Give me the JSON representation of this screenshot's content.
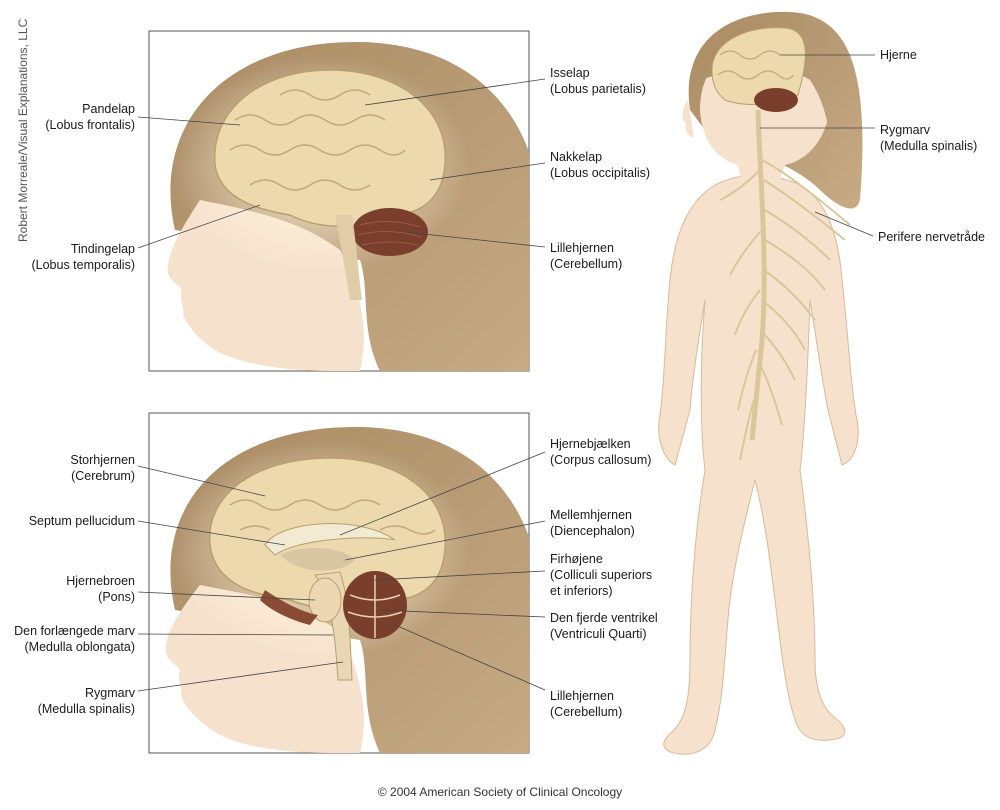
{
  "credit": "Robert Morreale/Visual Explanations, LLC",
  "copyright": "© 2004 American Society of Clinical Oncology",
  "panel_top": {
    "left_labels": [
      {
        "name": "Pandelap",
        "sub": "(Lobus frontalis)"
      },
      {
        "name": "Tindingelap",
        "sub": "(Lobus temporalis)"
      }
    ],
    "right_labels": [
      {
        "name": "Isselap",
        "sub": "(Lobus parietalis)"
      },
      {
        "name": "Nakkelap",
        "sub": "(Lobus occipitalis)"
      },
      {
        "name": "Lillehjernen",
        "sub": "(Cerebellum)"
      }
    ]
  },
  "panel_bottom": {
    "left_labels": [
      {
        "name": "Storhjernen",
        "sub": "(Cerebrum)"
      },
      {
        "name": "Septum pellucidum",
        "sub": ""
      },
      {
        "name": "Hjernebroen",
        "sub": "(Pons)"
      },
      {
        "name": "Den forlængede marv",
        "sub": "(Medulla oblongata)"
      },
      {
        "name": "Rygmarv",
        "sub": "(Medulla spinalis)"
      }
    ],
    "right_labels": [
      {
        "name": "Hjernebjælken",
        "sub": "(Corpus callosum)"
      },
      {
        "name": "Mellemhjernen",
        "sub": "(Diencephalon)"
      },
      {
        "name": "Firhøjene",
        "sub": "(Colliculi superiors",
        "sub2": "et inferiors)"
      },
      {
        "name": "Den fjerde ventrikel",
        "sub": "(Ventriculi Quarti)"
      },
      {
        "name": "Lillehjernen",
        "sub": "(Cerebellum)"
      }
    ]
  },
  "body_figure": {
    "labels": [
      {
        "name": "Hjerne",
        "sub": ""
      },
      {
        "name": "Rygmarv",
        "sub": "(Medulla spinalis)"
      },
      {
        "name": "Perifere nervetråde",
        "sub": ""
      }
    ]
  },
  "colors": {
    "hair": "#b89a74",
    "skin": "#f6e2cc",
    "brain": "#ecd9ae",
    "cerebellum": "#7a3f2c",
    "nerve": "#d9c79a",
    "frame": "#555555"
  }
}
